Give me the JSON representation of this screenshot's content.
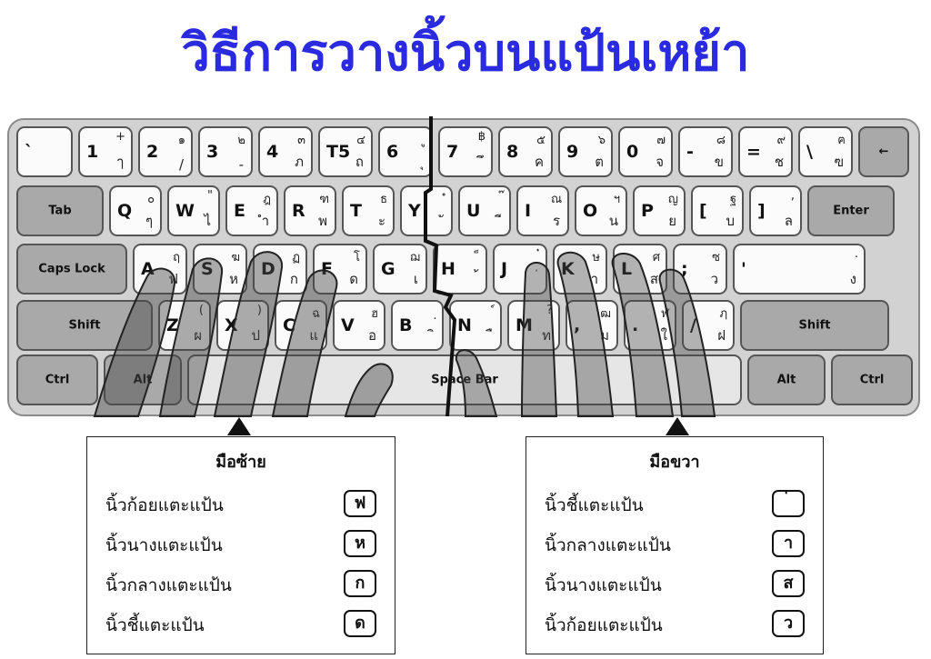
{
  "title": "วิธีการวางนิ้วบนแป้นเหย้า",
  "keyboard": {
    "rows": [
      [
        {
          "p": "`",
          "ts": "",
          "tb": ""
        },
        {
          "p": "1",
          "ts": "+",
          "tb": "ๅ"
        },
        {
          "p": "2",
          "ts": "๑",
          "tb": "/"
        },
        {
          "p": "3",
          "ts": "๒",
          "tb": "-"
        },
        {
          "p": "4",
          "ts": "๓",
          "tb": "ภ"
        },
        {
          "p": "T5",
          "ts": "๔",
          "tb": "ถ"
        },
        {
          "p": "6",
          "ts": "ู",
          "tb": "ุ"
        },
        {
          "p": "7",
          "ts": "฿",
          "tb": "ึ"
        },
        {
          "p": "8",
          "ts": "๕",
          "tb": "ค"
        },
        {
          "p": "9",
          "ts": "๖",
          "tb": "ต"
        },
        {
          "p": "0",
          "ts": "๗",
          "tb": "จ"
        },
        {
          "p": "-",
          "ts": "๘",
          "tb": "ข"
        },
        {
          "p": "=",
          "ts": "๙",
          "tb": "ช"
        },
        {
          "p": "\\",
          "ts": "ฅ",
          "tb": "ฃ"
        },
        {
          "label": "←"
        }
      ],
      [
        {
          "label": "Tab"
        },
        {
          "p": "Q",
          "ts": "๐",
          "tb": "ๆ"
        },
        {
          "p": "W",
          "ts": "\"",
          "tb": "ไ"
        },
        {
          "p": "E",
          "ts": "ฎ",
          "tb": "ำ"
        },
        {
          "p": "R",
          "ts": "ฑ",
          "tb": "พ"
        },
        {
          "p": "T",
          "ts": "ธ",
          "tb": "ะ"
        },
        {
          "p": "Y",
          "ts": "ํ",
          "tb": "ั"
        },
        {
          "p": "U",
          "ts": "๊",
          "tb": "ี"
        },
        {
          "p": "I",
          "ts": "ณ",
          "tb": "ร"
        },
        {
          "p": "O",
          "ts": "ฯ",
          "tb": "น"
        },
        {
          "p": "P",
          "ts": "ญ",
          "tb": "ย"
        },
        {
          "p": "[",
          "ts": "ฐ",
          "tb": "บ"
        },
        {
          "p": "]",
          "ts": ",",
          "tb": "ล"
        },
        {
          "label": "Enter"
        }
      ],
      [
        {
          "label": "Caps Lock"
        },
        {
          "p": "A",
          "ts": "ฤ",
          "tb": "ฟ"
        },
        {
          "p": "S",
          "ts": "ฆ",
          "tb": "ห"
        },
        {
          "p": "D",
          "ts": "ฏ",
          "tb": "ก"
        },
        {
          "p": "F",
          "ts": "โ",
          "tb": "ด"
        },
        {
          "p": "G",
          "ts": "ฌ",
          "tb": "เ"
        },
        {
          "p": "H",
          "ts": "็",
          "tb": "้"
        },
        {
          "p": "J",
          "ts": "๋",
          "tb": "่"
        },
        {
          "p": "K",
          "ts": "ษ",
          "tb": "า"
        },
        {
          "p": "L",
          "ts": "ศ",
          "tb": "ส"
        },
        {
          "p": ";",
          "ts": "ซ",
          "tb": "ว"
        },
        {
          "p": "'",
          "ts": ".",
          "tb": "ง"
        }
      ],
      [
        {
          "label": "Shift"
        },
        {
          "p": "Z",
          "ts": "(",
          "tb": "ผ"
        },
        {
          "p": "X",
          "ts": ")",
          "tb": "ป"
        },
        {
          "p": "C",
          "ts": "ฉ",
          "tb": "แ"
        },
        {
          "p": "V",
          "ts": "ฮ",
          "tb": "อ"
        },
        {
          "p": "B",
          "ts": "ฺ",
          "tb": "ิ"
        },
        {
          "p": "N",
          "ts": "์",
          "tb": "ื"
        },
        {
          "p": "M",
          "ts": "?",
          "tb": "ท"
        },
        {
          "p": ",",
          "ts": "ฒ",
          "tb": "ม"
        },
        {
          "p": ".",
          "ts": "ฬ",
          "tb": "ใ"
        },
        {
          "p": "/",
          "ts": "ฦ",
          "tb": "ฝ"
        },
        {
          "label": "Shift"
        }
      ],
      [
        {
          "label": "Ctrl"
        },
        {
          "label": "Alt"
        },
        {
          "label": "Space Bar"
        },
        {
          "label": "Alt"
        },
        {
          "label": "Ctrl"
        }
      ]
    ]
  },
  "left_box": {
    "title": "มือซ้าย",
    "rows": [
      {
        "text": "นิ้วก้อยแตะแป้น",
        "key": "ฟ"
      },
      {
        "text": "นิ้วนางแตะแป้น",
        "key": "ห"
      },
      {
        "text": "นิ้วกลางแตะแป้น",
        "key": "ก"
      },
      {
        "text": "นิ้วชี้แตะแป้น",
        "key": "ด"
      }
    ]
  },
  "right_box": {
    "title": "มือขวา",
    "rows": [
      {
        "text": "นิ้วชี้แตะแป้น",
        "key": "่"
      },
      {
        "text": "นิ้วกลางแตะแป้น",
        "key": "า"
      },
      {
        "text": "นิ้วนางแตะแป้น",
        "key": "ส"
      },
      {
        "text": "นิ้วก้อยแตะแป้น",
        "key": "ว"
      }
    ]
  }
}
